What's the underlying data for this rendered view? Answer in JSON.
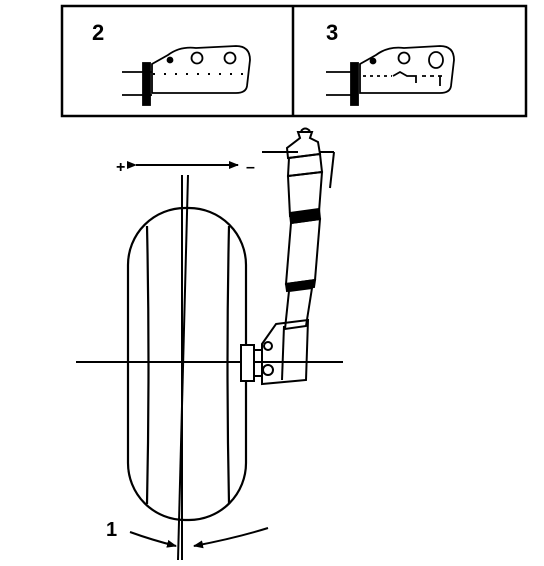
{
  "colors": {
    "ink": "#000000",
    "paper": "#ffffff"
  },
  "labels": {
    "panel_left": "2",
    "panel_right": "3",
    "plus": "+",
    "minus": "–",
    "callout_1": "1"
  }
}
